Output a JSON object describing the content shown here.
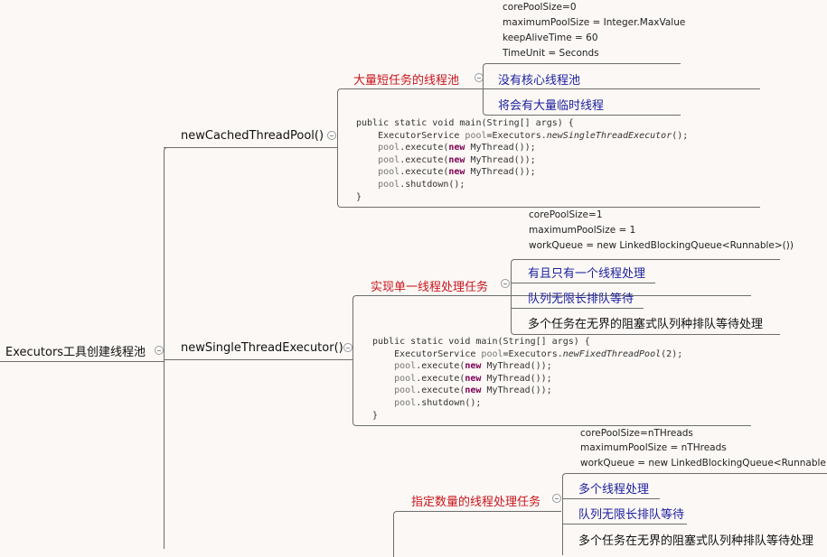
{
  "root": {
    "label": "Executors工具创建线程池"
  },
  "branches": [
    {
      "label": "newCachedThreadPool()",
      "desc": "大量短任务的线程池",
      "params": [
        "corePoolSize=0",
        "maximumPoolSize = Integer.MaxValue",
        "keepAliveTime = 60",
        "TimeUnit = Seconds"
      ],
      "points": [
        "没有核心线程池",
        "将会有大量临时线程"
      ],
      "code": {
        "sig": "public static void main(String[] args) {",
        "factory": "newSingleThreadExecutor",
        "args": "",
        "close": "}"
      }
    },
    {
      "label": "newSingleThreadExecutor()",
      "desc": "实现单一线程处理任务",
      "params": [
        "corePoolSize=1",
        "maximumPoolSize = 1",
        "workQueue = new LinkedBlockingQueue<Runnable>())"
      ],
      "points": [
        "有且只有一个线程处理",
        "队列无限长排队等待",
        "多个任务在无界的阻塞式队列种排队等待处理"
      ],
      "code": {
        "sig": "public static void main(String[] args) {",
        "factory": "newFixedThreadPool",
        "args": "2",
        "close": "}"
      }
    },
    {
      "desc": "指定数量的线程处理任务",
      "params": [
        "corePoolSize=nTHreads",
        "maximumPoolSize = nTHreads",
        "workQueue = new LinkedBlockingQueue<Runnable>())"
      ],
      "points": [
        "多个线程处理",
        "队列无限长排队等待",
        "多个任务在无界的阻塞式队列种排队等待处理"
      ]
    }
  ],
  "colors": {
    "desc": "#c8161d",
    "point": "#1b1fa0",
    "line": "#6e6e6e",
    "background": "#fbf8f5"
  }
}
